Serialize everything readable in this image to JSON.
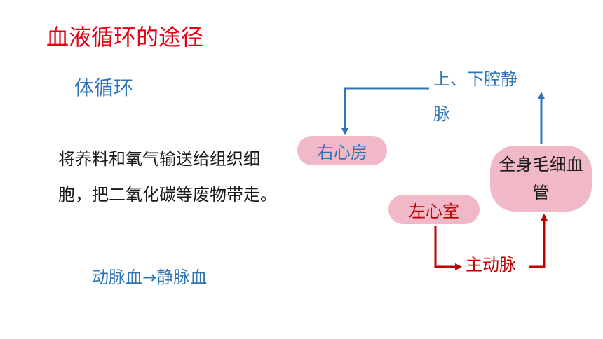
{
  "title": "血液循环的途径",
  "subtitle": "体循环",
  "description": "将养料和氧气输送给组织细胞，把二氧化碳等废物带走。",
  "blood_change": "动脉血→静脉血",
  "diagram": {
    "right_atrium": "右心房",
    "left_ventricle": "左心室",
    "capillaries": "全身毛细血管",
    "vena_cava": "上、下腔静脉",
    "aorta": "主动脉",
    "colors": {
      "title": "#e60012",
      "blue_path": "#2e75b6",
      "red_path": "#c00000",
      "node_fill": "#f1b9c8"
    }
  }
}
